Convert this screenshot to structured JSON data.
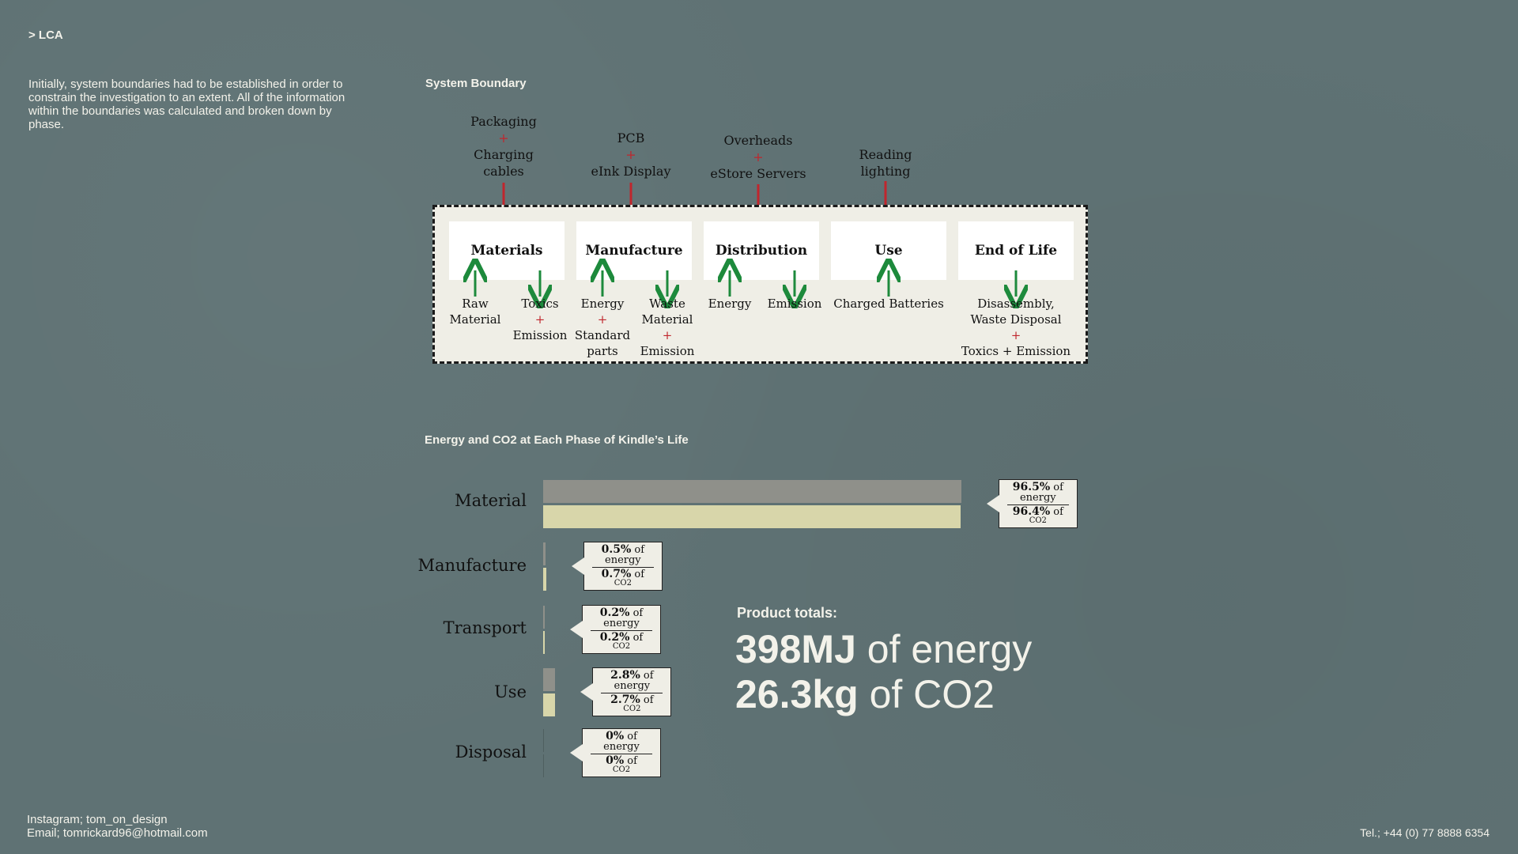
{
  "breadcrumb": "> LCA",
  "intro": "Initially, system boundaries had to be established in order to constrain the investigation to an extent. All of the information within the boundaries was calculated and broken down by phase.",
  "system_boundary": {
    "title": "System Boundary",
    "inputs": [
      {
        "top": "Packaging",
        "plus": "+",
        "bottom": "Charging\ncables"
      },
      {
        "top": "PCB",
        "plus": "+",
        "bottom": "eInk Display"
      },
      {
        "top": "Overheads",
        "plus": "+",
        "bottom": "eStore Servers"
      },
      {
        "top": "Reading\nlighting",
        "plus": "",
        "bottom": ""
      }
    ],
    "phases": [
      "Materials",
      "Manufacture",
      "Distribution",
      "Use",
      "End of Life"
    ],
    "flows": {
      "materials_in": "Raw\nMaterial",
      "materials_out": {
        "a": "Toxics",
        "plus": "+",
        "b": "Emission"
      },
      "manufacture_in": {
        "a": "Energy",
        "plus": "+",
        "b": "Standard\nparts"
      },
      "manufacture_out": {
        "a": "Waste\nMaterial",
        "plus": "+",
        "b": "Emission"
      },
      "distribution_in": "Energy",
      "distribution_out": "Emission",
      "use_in": "Charged Batteries",
      "eol_out": {
        "a": "Disassembly,\nWaste Disposal",
        "plus": "+",
        "b": "Toxics + Emission"
      }
    }
  },
  "energy_chart": {
    "title": "Energy and CO2 at Each Phase of Kindle’s Life"
  },
  "chart_data": {
    "type": "bar",
    "orientation": "horizontal",
    "title": "Energy and CO2 at Each Phase of Kindle’s Life",
    "categories": [
      "Material",
      "Manufacture",
      "Transport",
      "Use",
      "Disposal"
    ],
    "series": [
      {
        "name": "energy",
        "values": [
          96.5,
          0.5,
          0.2,
          2.8,
          0
        ],
        "color": "#8f908a"
      },
      {
        "name": "CO2",
        "values": [
          96.4,
          0.7,
          0.2,
          2.7,
          0
        ],
        "color": "#d8d6aa"
      }
    ],
    "callouts": [
      {
        "energy": "96.5%",
        "co2": "96.4%"
      },
      {
        "energy": "0.5%",
        "co2": "0.7%"
      },
      {
        "energy": "0.2%",
        "co2": "0.2%"
      },
      {
        "energy": "2.8%",
        "co2": "2.7%"
      },
      {
        "energy": "0%",
        "co2": "0%"
      }
    ],
    "callout_text": {
      "of": "of",
      "energy": "energy",
      "co2": "CO2"
    },
    "xlim": [
      0,
      100
    ]
  },
  "totals": {
    "heading": "Product totals:",
    "energy_value": "398MJ",
    "energy_suffix": " of energy",
    "co2_value": "26.3kg",
    "co2_suffix": " of CO2"
  },
  "footer": {
    "instagram": "Instagram; tom_on_design",
    "email": "Email; tomrickard96@hotmail.com",
    "tel": "Tel.; +44 (0) 77 8888 6354"
  },
  "colors": {
    "background": "#5f7274",
    "red": "#c0262d",
    "green": "#1d8a3c",
    "box": "#efeee6"
  }
}
